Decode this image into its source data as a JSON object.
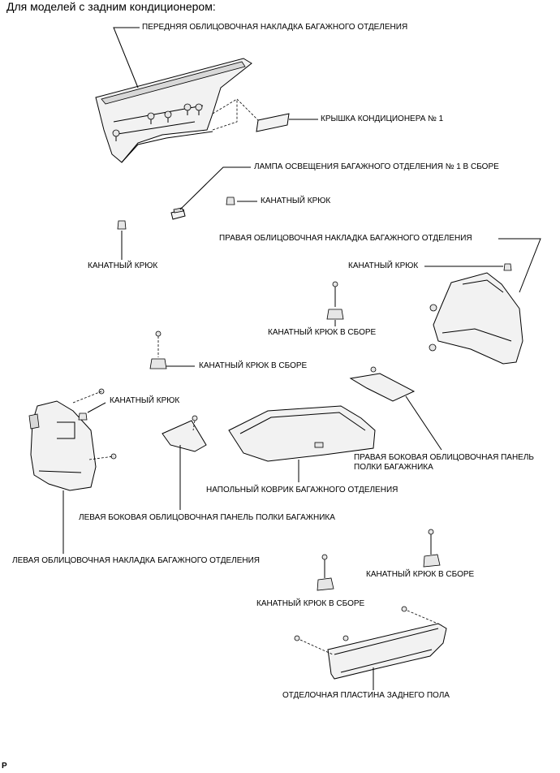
{
  "heading": "Для моделей с задним кондиционером:",
  "figure_code": "P",
  "labels": {
    "front_trim": "ПЕРЕДНЯЯ ОБЛИЦОВОЧНАЯ НАКЛАДКА БАГАЖНОГО ОТДЕЛЕНИЯ",
    "ac_cover": "КРЫШКА КОНДИЦИОНЕРА № 1",
    "lamp": "ЛАМПА ОСВЕЩЕНИЯ БАГАЖНОГО ОТДЕЛЕНИЯ № 1 В СБОРЕ",
    "hook_1": "КАНАТНЫЙ КРЮК",
    "hook_2": "КАНАТНЫЙ КРЮК",
    "right_trim": "ПРАВАЯ ОБЛИЦОВОЧНАЯ НАКЛАДКА БАГАЖНОГО ОТДЕЛЕНИЯ",
    "hook_3": "КАНАТНЫЙ КРЮК",
    "hook_asm_1": "КАНАТНЫЙ КРЮК В СБОРЕ",
    "hook_asm_2": "КАНАТНЫЙ КРЮК В СБОРЕ",
    "hook_4": "КАНАТНЫЙ КРЮК",
    "right_shelf_panel": "ПРАВАЯ БОКОВАЯ ОБЛИЦОВОЧНАЯ ПАНЕЛЬ ПОЛКИ БАГАЖНИКА",
    "floor_mat": "НАПОЛЬНЫЙ КОВРИК БАГАЖНОГО ОТДЕЛЕНИЯ",
    "left_shelf_panel": "ЛЕВАЯ БОКОВАЯ ОБЛИЦОВОЧНАЯ ПАНЕЛЬ ПОЛКИ БАГАЖНИКА",
    "left_trim": "ЛЕВАЯ ОБЛИЦОВОЧНАЯ НАКЛАДКА БАГАЖНОГО ОТДЕЛЕНИЯ",
    "hook_asm_3": "КАНАТНЫЙ КРЮК В СБОРЕ",
    "hook_asm_4": "КАНАТНЫЙ КРЮК В СБОРЕ",
    "rear_floor_plate": "ОТДЕЛОЧНАЯ ПЛАСТИНА ЗАДНЕГО ПОЛА"
  },
  "colors": {
    "line": "#000000",
    "fill": "#f2f2f2",
    "background": "#ffffff"
  }
}
